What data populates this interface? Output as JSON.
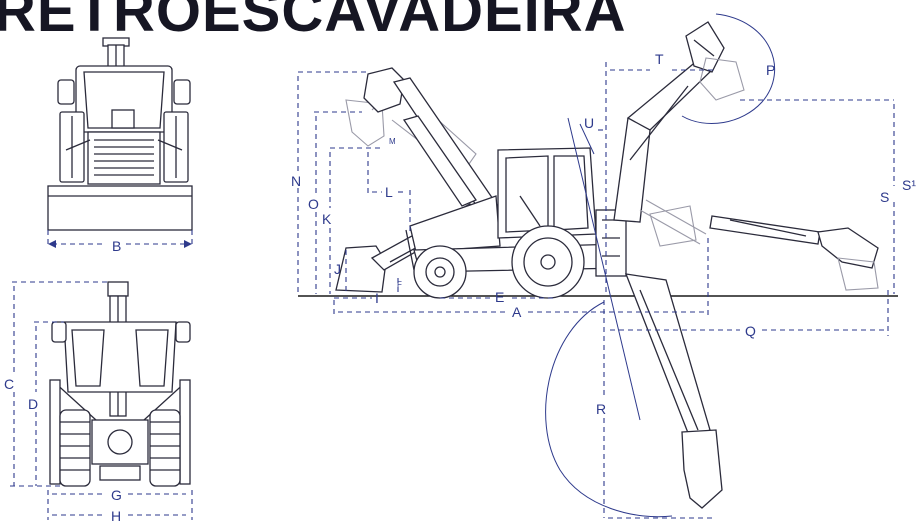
{
  "title": "RETROESCAVADEIRA",
  "labels": {
    "A": "A",
    "B": "B",
    "C": "C",
    "D": "D",
    "E": "E",
    "F": "F",
    "G": "G",
    "H": "H",
    "I": "I",
    "J": "J",
    "K": "K",
    "L": "L",
    "M": "M",
    "N": "N",
    "O": "O",
    "P": "P",
    "Q": "Q",
    "R": "R",
    "S": "S",
    "S1": "S¹",
    "T": "T",
    "U": "U"
  },
  "colors": {
    "dimension": "#2e3a8c",
    "outline": "#2b2b3b",
    "title": "#161623"
  }
}
